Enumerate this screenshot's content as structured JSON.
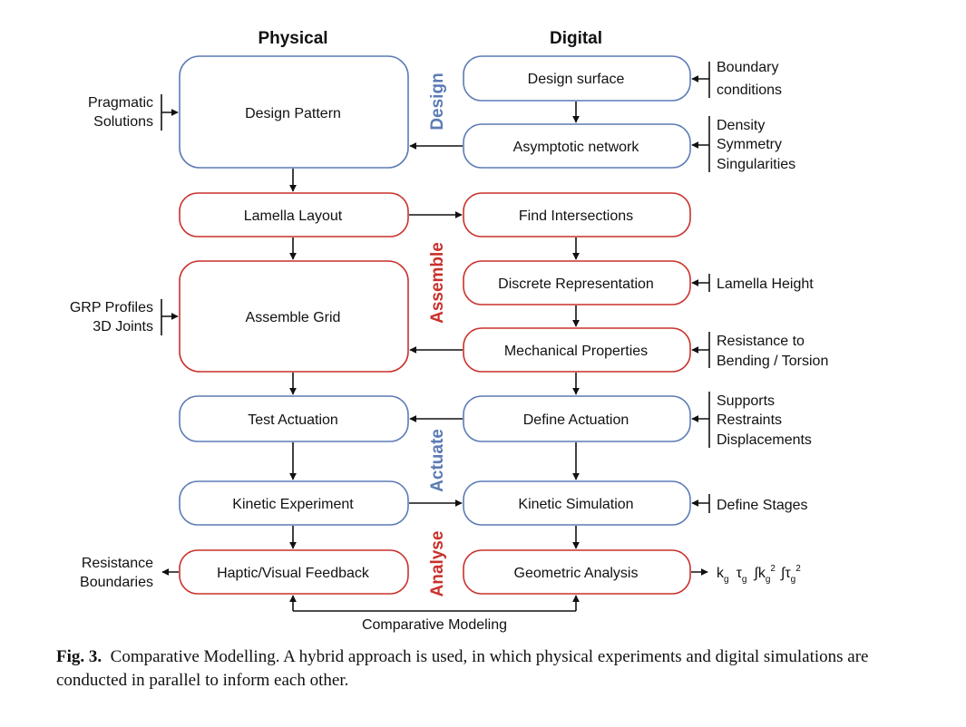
{
  "headers": {
    "physical": "Physical",
    "digital": "Digital"
  },
  "phases": {
    "design": "Design",
    "assemble": "Assemble",
    "actuate": "Actuate",
    "analyse": "Analyse"
  },
  "colors": {
    "design_blue": "#5b7bb5",
    "assemble_red": "#c9312c"
  },
  "physical_boxes": {
    "design_pattern": "Design Pattern",
    "lamella_layout": "Lamella Layout",
    "assemble_grid": "Assemble Grid",
    "test_actuation": "Test Actuation",
    "kinetic_experiment": "Kinetic Experiment",
    "haptic_feedback": "Haptic/Visual Feedback"
  },
  "digital_boxes": {
    "design_surface": "Design surface",
    "asymptotic_network": "Asymptotic network",
    "find_intersections": "Find Intersections",
    "discrete_representation": "Discrete Representation",
    "mechanical_properties": "Mechanical Properties",
    "define_actuation": "Define Actuation",
    "kinetic_simulation": "Kinetic Simulation",
    "geometric_analysis": "Geometric Analysis"
  },
  "left_inputs": {
    "pragmatic": [
      "Pragmatic",
      "Solutions"
    ],
    "grp": [
      "GRP Profiles",
      "3D Joints"
    ],
    "resistance": [
      "Resistance",
      "Boundaries"
    ]
  },
  "right_inputs": {
    "boundary": [
      "Boundary",
      "conditions"
    ],
    "density": [
      "Density",
      "Symmetry",
      "Singularities"
    ],
    "lamella_height": "Lamella Height",
    "resistance_bt": [
      "Resistance to",
      "Bending / Torsion"
    ],
    "supports": [
      "Supports",
      "Restraints",
      "Displacements"
    ],
    "define_stages": "Define Stages"
  },
  "outputs": {
    "kg": "k",
    "kg_sub": "g",
    "tg": "τ",
    "tg_sub": "g",
    "int_k": "∫k",
    "int_k_sub": "g",
    "sup2": "2",
    "int_t": "∫τ",
    "int_t_sub": "g"
  },
  "bottom_label": "Comparative Modeling",
  "caption": {
    "label": "Fig. 3.",
    "text": "Comparative Modelling. A hybrid approach is used, in which physical experiments and digital simulations are conducted in parallel to inform each other."
  }
}
